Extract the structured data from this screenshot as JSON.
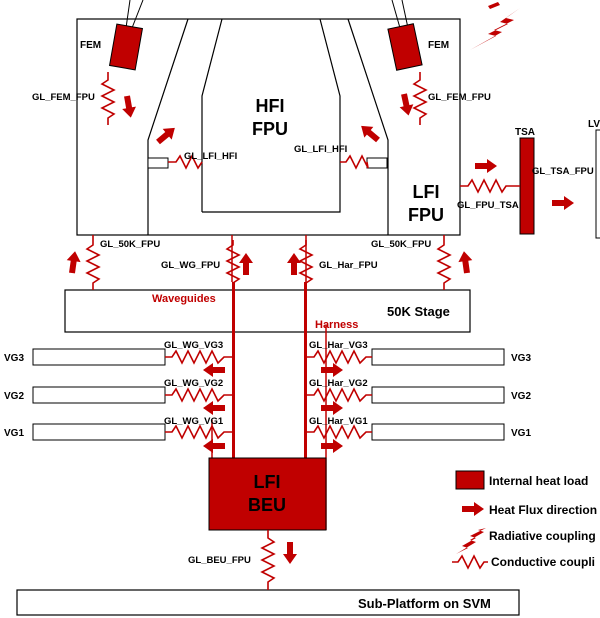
{
  "colors": {
    "accent": "#c00000",
    "stroke": "#000000",
    "background": "#ffffff"
  },
  "blocks": {
    "fem_left": "FEM",
    "fem_right": "FEM",
    "hfi_fpu_line1": "HFI",
    "hfi_fpu_line2": "FPU",
    "lfi_fpu_line1": "LFI",
    "lfi_fpu_line2": "FPU",
    "tsa": "TSA",
    "lv_partial": "LV",
    "stage_50k": "50K Stage",
    "waveguides": "Waveguides",
    "harness": "Harness",
    "vg3_left": "VG3",
    "vg2_left": "VG2",
    "vg1_left": "VG1",
    "vg3_right": "VG3",
    "vg2_right": "VG2",
    "vg1_right": "VG1",
    "lfi_beu_line1": "LFI",
    "lfi_beu_line2": "BEU",
    "sub_platform": "Sub-Platform on SVM"
  },
  "couplings": {
    "gl_fem_fpu_left": "GL_FEM_FPU",
    "gl_fem_fpu_right": "GL_FEM_FPU",
    "gl_lfi_hfi_left": "GL_LFI_HFI",
    "gl_lfi_hfi_right": "GL_LFI_HFI",
    "gl_tsa_fpu": "GL_TSA_FPU",
    "gl_fpu_tsa": "GL_FPU_TSA",
    "gl_50k_fpu_left": "GL_50K_FPU",
    "gl_50k_fpu_right": "GL_50K_FPU",
    "gl_wg_fpu": "GL_WG_FPU",
    "gl_har_fpu": "GL_Har_FPU",
    "gl_wg_vg3": "GL_WG_VG3",
    "gl_wg_vg2": "GL_WG_VG2",
    "gl_wg_vg1": "GL_WG_VG1",
    "gl_har_vg3": "GL_Har_VG3",
    "gl_har_vg2": "GL_Har_VG2",
    "gl_har_vg1": "GL_Har_VG1",
    "gl_beu_fpu": "GL_BEU_FPU"
  },
  "legend": {
    "internal_heat_load": "Internal heat load",
    "heat_flux_direction": "Heat Flux direction",
    "radiative_coupling": "Radiative coupling",
    "conductive_coupling": "Conductive coupli"
  }
}
